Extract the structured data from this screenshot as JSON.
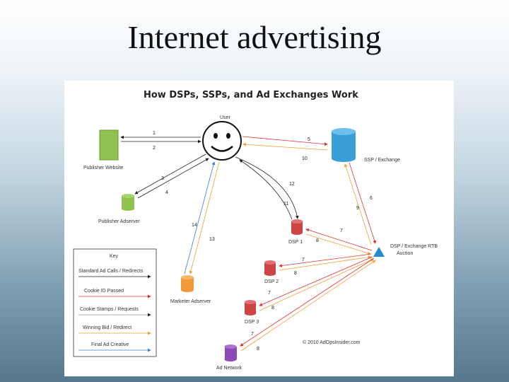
{
  "slide": {
    "title": "Internet advertising"
  },
  "diagram": {
    "heading": "How DSPs, SSPs, and Ad Exchanges Work",
    "nodes": {
      "user": "User",
      "publisher_website": "Publisher Website",
      "publisher_adserver": "Publisher Adserver",
      "ssp_exchange": "SSP / Exchange",
      "dsp_auction": "DSP / Exchange RTB Auction",
      "dsp1": "DSP 1",
      "dsp2": "DSP 2",
      "dsp3": "DSP 3",
      "marketer_adserver": "Marketer Adserver",
      "ad_network": "Ad Network"
    },
    "step_numbers": {
      "s1": "1",
      "s2": "2",
      "s3": "3",
      "s4": "4",
      "s5": "5",
      "s6": "6",
      "s7": "7",
      "s8": "8",
      "s9": "9",
      "s10": "10",
      "s11": "11",
      "s12": "12",
      "s13": "13",
      "s14": "14",
      "dsp1_in": "7",
      "dsp1_out": "8",
      "dsp2_in": "7",
      "dsp2_out": "8",
      "dsp3_in": "7",
      "dsp3_out": "8",
      "net_in": "7",
      "net_out": "8"
    },
    "key": {
      "title": "Key",
      "items": [
        {
          "label": "Standard Ad Calls / Redirects",
          "color": "#222222"
        },
        {
          "label": "Cookie ID Passed",
          "color": "#e03030"
        },
        {
          "label": "Cookie Stamps / Requests",
          "color": "#999999"
        },
        {
          "label": "Winning Bid / Redirect",
          "color": "#f0a030"
        },
        {
          "label": "Final Ad Creative",
          "color": "#3a7ad8"
        }
      ]
    },
    "copyright": "© 2010 AdOpsInsider.com",
    "colors": {
      "publisher": "#8fc250",
      "ssp": "#3a9fd8",
      "dsp": "#cc4444",
      "marketer": "#f29a3a",
      "ad_network": "#8a4bb8",
      "auction": "#2a8ad0"
    }
  }
}
